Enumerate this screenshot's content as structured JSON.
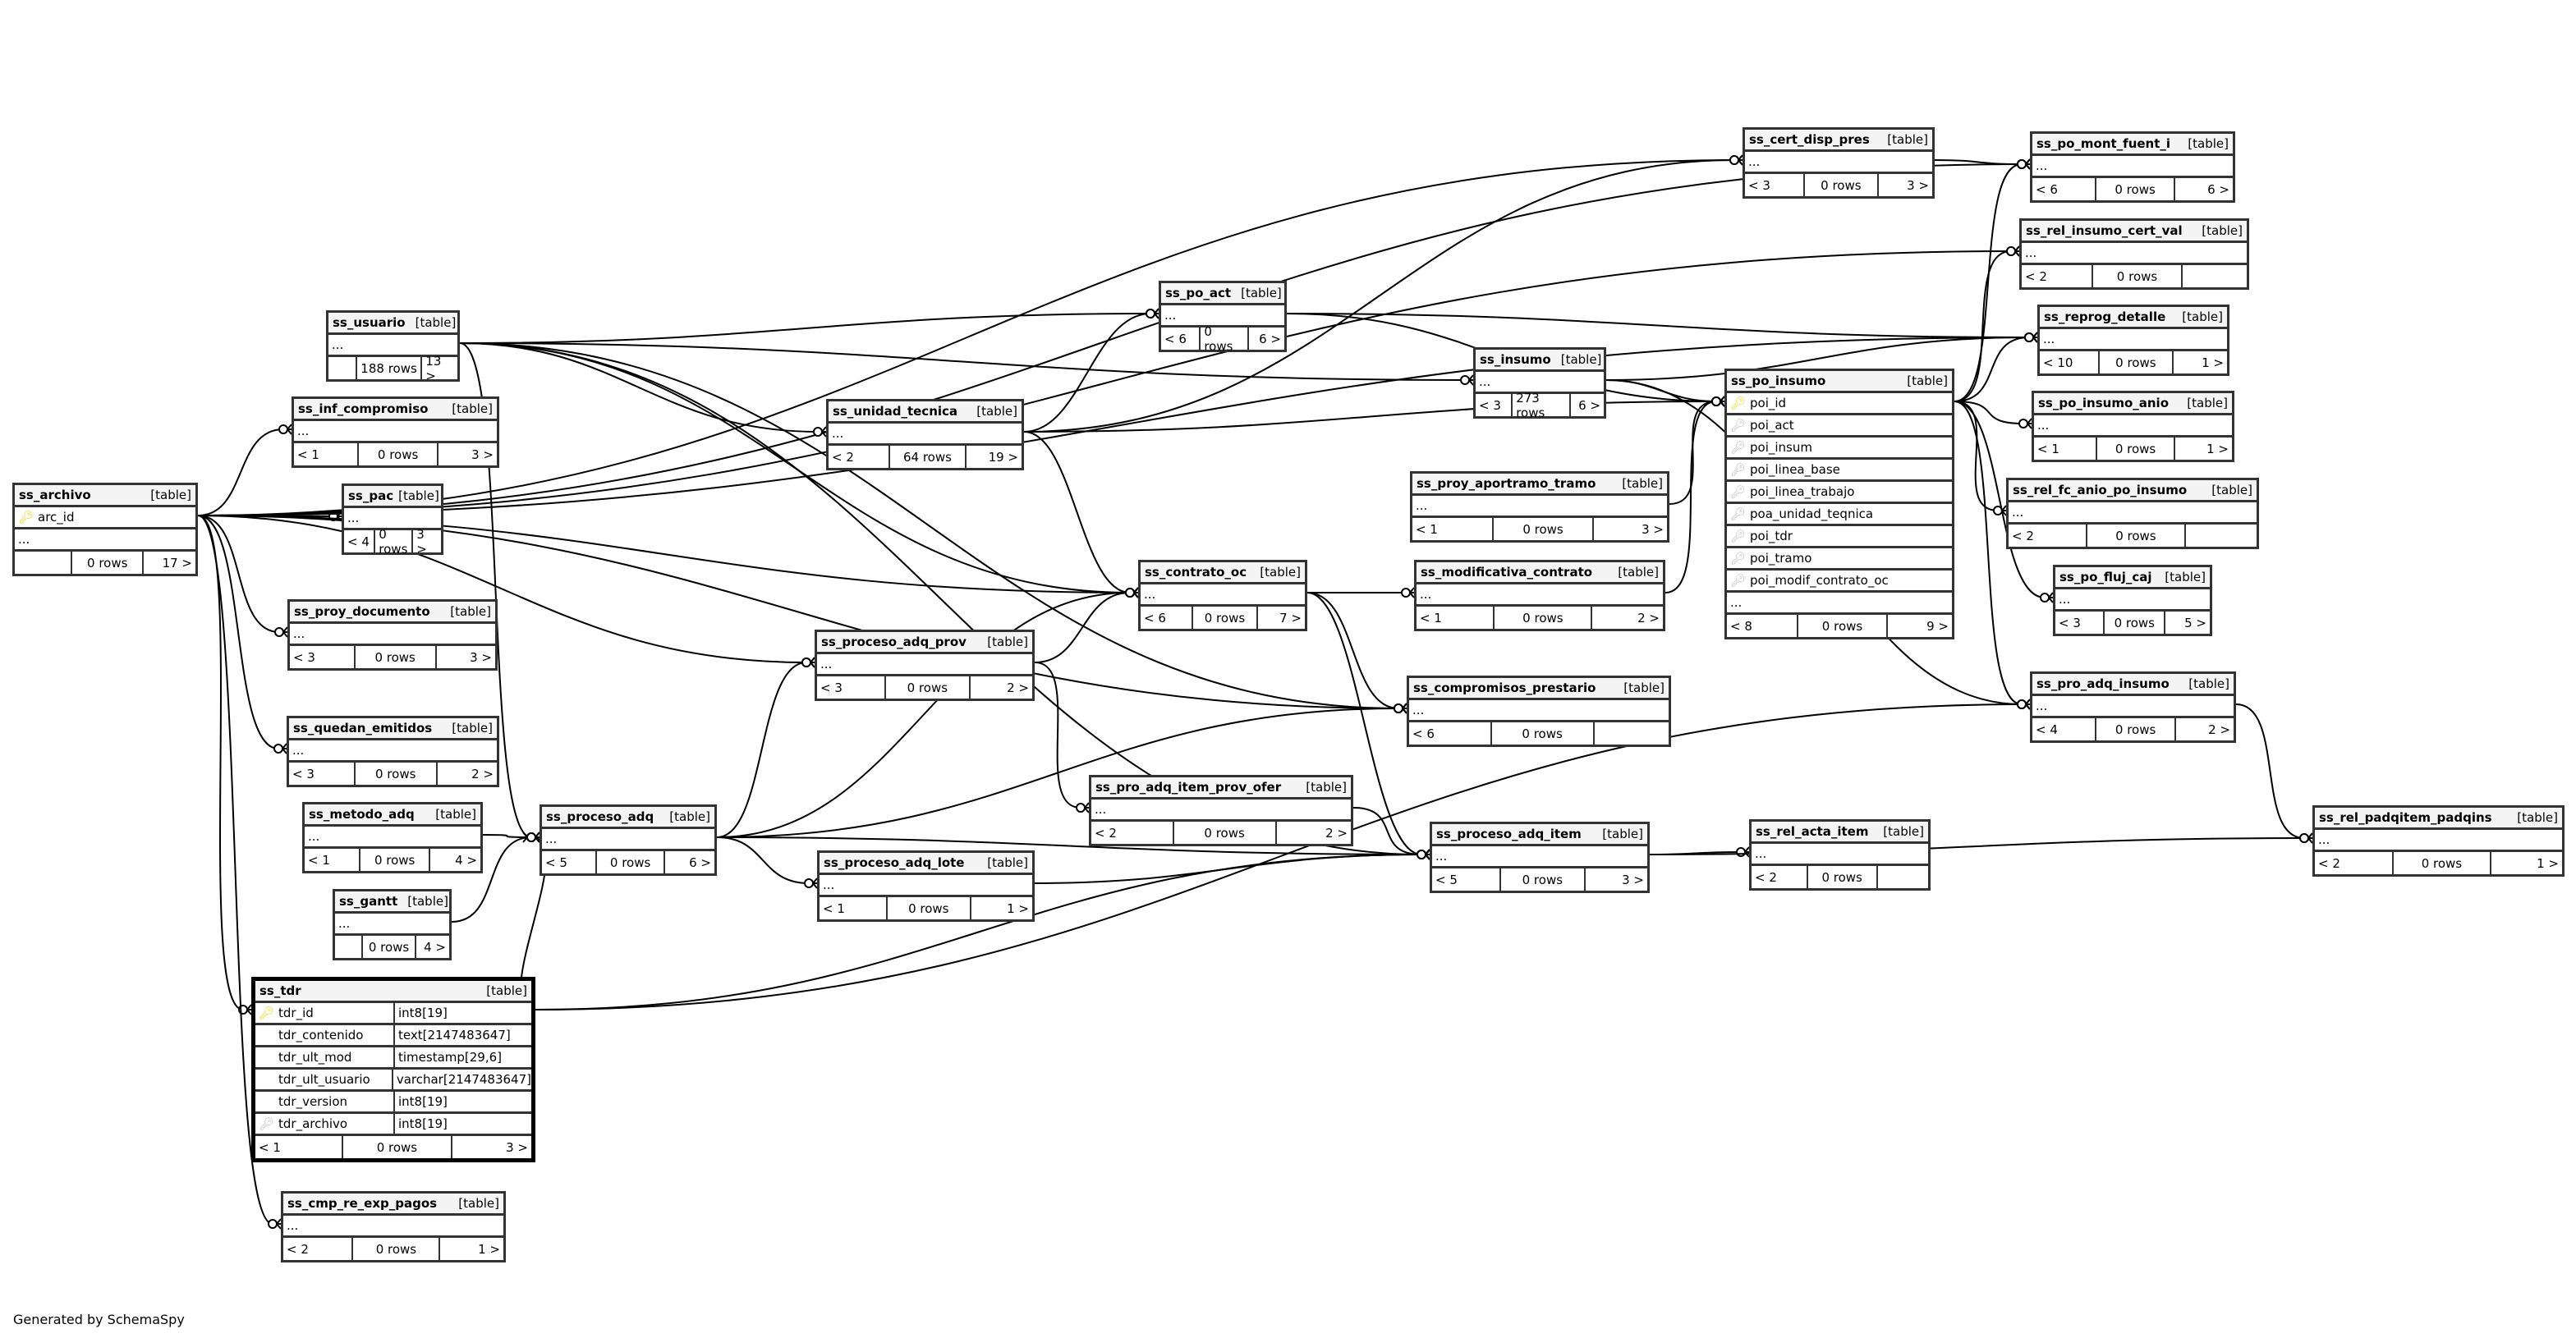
{
  "diagram": {
    "generated_by": "Generated by SchemaSpy",
    "type_label": "[table]",
    "ellipsis": "...",
    "tables": {
      "ss_archivo": {
        "name": "ss_archivo",
        "columns": [
          {
            "name": "arc_id",
            "key": "pk"
          }
        ],
        "parents": "",
        "rows": "0 rows",
        "children": "17 >"
      },
      "ss_usuario": {
        "name": "ss_usuario",
        "parents": "",
        "rows": "188 rows",
        "children": "13 >"
      },
      "ss_inf_compromiso": {
        "name": "ss_inf_compromiso",
        "parents": "< 1",
        "rows": "0 rows",
        "children": "3 >"
      },
      "ss_pac": {
        "name": "ss_pac",
        "parents": "< 4",
        "rows": "0 rows",
        "children": "3 >"
      },
      "ss_proy_documento": {
        "name": "ss_proy_documento",
        "parents": "< 3",
        "rows": "0 rows",
        "children": "3 >"
      },
      "ss_quedan_emitidos": {
        "name": "ss_quedan_emitidos",
        "parents": "< 3",
        "rows": "0 rows",
        "children": "2 >"
      },
      "ss_metodo_adq": {
        "name": "ss_metodo_adq",
        "parents": "< 1",
        "rows": "0 rows",
        "children": "4 >"
      },
      "ss_gantt": {
        "name": "ss_gantt",
        "parents": "",
        "rows": "0 rows",
        "children": "4 >"
      },
      "ss_tdr": {
        "name": "ss_tdr",
        "columns": [
          {
            "name": "tdr_id",
            "type": "int8[19]",
            "key": "pk"
          },
          {
            "name": "tdr_contenido",
            "type": "text[2147483647]",
            "key": ""
          },
          {
            "name": "tdr_ult_mod",
            "type": "timestamp[29,6]",
            "key": ""
          },
          {
            "name": "tdr_ult_usuario",
            "type": "varchar[2147483647]",
            "key": ""
          },
          {
            "name": "tdr_version",
            "type": "int8[19]",
            "key": ""
          },
          {
            "name": "tdr_archivo",
            "type": "int8[19]",
            "key": "fk"
          }
        ],
        "parents": "< 1",
        "rows": "0 rows",
        "children": "3 >"
      },
      "ss_cmp_re_exp_pagos": {
        "name": "ss_cmp_re_exp_pagos",
        "parents": "< 2",
        "rows": "0 rows",
        "children": "1 >"
      },
      "ss_unidad_tecnica": {
        "name": "ss_unidad_tecnica",
        "parents": "< 2",
        "rows": "64 rows",
        "children": "19 >"
      },
      "ss_proceso_adq_prov": {
        "name": "ss_proceso_adq_prov",
        "parents": "< 3",
        "rows": "0 rows",
        "children": "2 >"
      },
      "ss_proceso_adq": {
        "name": "ss_proceso_adq",
        "parents": "< 5",
        "rows": "0 rows",
        "children": "6 >"
      },
      "ss_proceso_adq_lote": {
        "name": "ss_proceso_adq_lote",
        "parents": "< 1",
        "rows": "0 rows",
        "children": "1 >"
      },
      "ss_po_act": {
        "name": "ss_po_act",
        "parents": "< 6",
        "rows": "0 rows",
        "children": "6 >"
      },
      "ss_contrato_oc": {
        "name": "ss_contrato_oc",
        "parents": "< 6",
        "rows": "0 rows",
        "children": "7 >"
      },
      "ss_pro_adq_item_prov_ofer": {
        "name": "ss_pro_adq_item_prov_ofer",
        "parents": "< 2",
        "rows": "0 rows",
        "children": "2 >"
      },
      "ss_insumo": {
        "name": "ss_insumo",
        "parents": "< 3",
        "rows": "273 rows",
        "children": "6 >"
      },
      "ss_proy_aportramo_tramo": {
        "name": "ss_proy_aportramo_tramo",
        "parents": "< 1",
        "rows": "0 rows",
        "children": "3 >"
      },
      "ss_modificativa_contrato": {
        "name": "ss_modificativa_contrato",
        "parents": "< 1",
        "rows": "0 rows",
        "children": "2 >"
      },
      "ss_compromisos_prestario": {
        "name": "ss_compromisos_prestario",
        "parents": "< 6",
        "rows": "0 rows",
        "children": ""
      },
      "ss_proceso_adq_item": {
        "name": "ss_proceso_adq_item",
        "parents": "< 5",
        "rows": "0 rows",
        "children": "3 >"
      },
      "ss_cert_disp_pres": {
        "name": "ss_cert_disp_pres",
        "parents": "< 3",
        "rows": "0 rows",
        "children": "3 >"
      },
      "ss_po_insumo": {
        "name": "ss_po_insumo",
        "columns": [
          {
            "name": "poi_id",
            "key": "pk"
          },
          {
            "name": "poi_act",
            "key": "fk"
          },
          {
            "name": "poi_insum",
            "key": "fk"
          },
          {
            "name": "poi_linea_base",
            "key": "fk"
          },
          {
            "name": "poi_linea_trabajo",
            "key": "fk"
          },
          {
            "name": "poa_unidad_teqnica",
            "key": "fk"
          },
          {
            "name": "poi_tdr",
            "key": "fk"
          },
          {
            "name": "poi_tramo",
            "key": "fk"
          },
          {
            "name": "poi_modif_contrato_oc",
            "key": "fk"
          }
        ],
        "parents": "< 8",
        "rows": "0 rows",
        "children": "9 >"
      },
      "ss_rel_acta_item": {
        "name": "ss_rel_acta_item",
        "parents": "< 2",
        "rows": "0 rows",
        "children": ""
      },
      "ss_po_mont_fuent_i": {
        "name": "ss_po_mont_fuent_i",
        "parents": "< 6",
        "rows": "0 rows",
        "children": "6 >"
      },
      "ss_rel_insumo_cert_val": {
        "name": "ss_rel_insumo_cert_val",
        "parents": "< 2",
        "rows": "0 rows",
        "children": ""
      },
      "ss_reprog_detalle": {
        "name": "ss_reprog_detalle",
        "parents": "< 10",
        "rows": "0 rows",
        "children": "1 >"
      },
      "ss_po_insumo_anio": {
        "name": "ss_po_insumo_anio",
        "parents": "< 1",
        "rows": "0 rows",
        "children": "1 >"
      },
      "ss_rel_fc_anio_po_insumo": {
        "name": "ss_rel_fc_anio_po_insumo",
        "parents": "< 2",
        "rows": "0 rows",
        "children": ""
      },
      "ss_po_fluj_caj": {
        "name": "ss_po_fluj_caj",
        "parents": "< 3",
        "rows": "0 rows",
        "children": "5 >"
      },
      "ss_pro_adq_insumo": {
        "name": "ss_pro_adq_insumo",
        "parents": "< 4",
        "rows": "0 rows",
        "children": "2 >"
      },
      "ss_rel_padqitem_padqins": {
        "name": "ss_rel_padqitem_padqins",
        "parents": "< 2",
        "rows": "0 rows",
        "children": "1 >"
      }
    },
    "relationships": [
      [
        "ss_archivo",
        "ss_inf_compromiso"
      ],
      [
        "ss_archivo",
        "ss_pac"
      ],
      [
        "ss_archivo",
        "ss_proy_documento"
      ],
      [
        "ss_archivo",
        "ss_quedan_emitidos"
      ],
      [
        "ss_archivo",
        "ss_tdr"
      ],
      [
        "ss_archivo",
        "ss_cmp_re_exp_pagos"
      ],
      [
        "ss_archivo",
        "ss_cert_disp_pres"
      ],
      [
        "ss_archivo",
        "ss_po_mont_fuent_i"
      ],
      [
        "ss_archivo",
        "ss_rel_insumo_cert_val"
      ],
      [
        "ss_archivo",
        "ss_reprog_detalle"
      ],
      [
        "ss_archivo",
        "ss_contrato_oc"
      ],
      [
        "ss_archivo",
        "ss_proceso_adq_prov"
      ],
      [
        "ss_archivo",
        "ss_compromisos_prestario"
      ],
      [
        "ss_usuario",
        "ss_unidad_tecnica"
      ],
      [
        "ss_usuario",
        "ss_po_act"
      ],
      [
        "ss_usuario",
        "ss_insumo"
      ],
      [
        "ss_usuario",
        "ss_contrato_oc"
      ],
      [
        "ss_usuario",
        "ss_proceso_adq"
      ],
      [
        "ss_usuario",
        "ss_compromisos_prestario"
      ],
      [
        "ss_usuario",
        "ss_proceso_adq_item"
      ],
      [
        "ss_unidad_tecnica",
        "ss_po_act"
      ],
      [
        "ss_unidad_tecnica",
        "ss_contrato_oc"
      ],
      [
        "ss_unidad_tecnica",
        "ss_cert_disp_pres"
      ],
      [
        "ss_unidad_tecnica",
        "ss_po_insumo"
      ],
      [
        "ss_metodo_adq",
        "ss_proceso_adq"
      ],
      [
        "ss_gantt",
        "ss_proceso_adq"
      ],
      [
        "ss_tdr",
        "ss_proceso_adq"
      ],
      [
        "ss_tdr",
        "ss_proceso_adq_item"
      ],
      [
        "ss_tdr",
        "ss_pro_adq_insumo"
      ],
      [
        "ss_proceso_adq",
        "ss_proceso_adq_prov"
      ],
      [
        "ss_proceso_adq",
        "ss_contrato_oc"
      ],
      [
        "ss_proceso_adq",
        "ss_proceso_adq_lote"
      ],
      [
        "ss_proceso_adq",
        "ss_proceso_adq_item"
      ],
      [
        "ss_proceso_adq",
        "ss_compromisos_prestario"
      ],
      [
        "ss_proceso_adq_prov",
        "ss_contrato_oc"
      ],
      [
        "ss_proceso_adq_prov",
        "ss_pro_adq_item_prov_ofer"
      ],
      [
        "ss_proceso_adq_lote",
        "ss_proceso_adq_item"
      ],
      [
        "ss_contrato_oc",
        "ss_modificativa_contrato"
      ],
      [
        "ss_contrato_oc",
        "ss_compromisos_prestario"
      ],
      [
        "ss_contrato_oc",
        "ss_proceso_adq_item"
      ],
      [
        "ss_po_act",
        "ss_po_insumo"
      ],
      [
        "ss_po_act",
        "ss_reprog_detalle"
      ],
      [
        "ss_insumo",
        "ss_po_insumo"
      ],
      [
        "ss_insumo",
        "ss_reprog_detalle"
      ],
      [
        "ss_insumo",
        "ss_pro_adq_insumo"
      ],
      [
        "ss_proy_aportramo_tramo",
        "ss_po_insumo"
      ],
      [
        "ss_modificativa_contrato",
        "ss_po_insumo"
      ],
      [
        "ss_cert_disp_pres",
        "ss_po_mont_fuent_i"
      ],
      [
        "ss_po_insumo",
        "ss_po_mont_fuent_i"
      ],
      [
        "ss_po_insumo",
        "ss_rel_insumo_cert_val"
      ],
      [
        "ss_po_insumo",
        "ss_reprog_detalle"
      ],
      [
        "ss_po_insumo",
        "ss_po_insumo_anio"
      ],
      [
        "ss_po_insumo",
        "ss_rel_fc_anio_po_insumo"
      ],
      [
        "ss_po_insumo",
        "ss_po_fluj_caj"
      ],
      [
        "ss_po_insumo",
        "ss_pro_adq_insumo"
      ],
      [
        "ss_proceso_adq_item",
        "ss_rel_acta_item"
      ],
      [
        "ss_proceso_adq_item",
        "ss_rel_padqitem_padqins"
      ],
      [
        "ss_pro_adq_item_prov_ofer",
        "ss_proceso_adq_item"
      ],
      [
        "ss_pro_adq_insumo",
        "ss_rel_padqitem_padqins"
      ]
    ]
  }
}
